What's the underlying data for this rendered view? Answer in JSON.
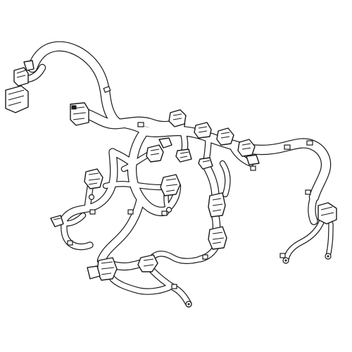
{
  "diagram": {
    "kind": "engine wiring harness line drawing",
    "colors": {
      "line": "#1a1a1a",
      "fill": "#ffffff",
      "background": "#ffffff"
    },
    "components": [
      "main-harness-trunk",
      "harness-branches",
      "multi-pin-connectors",
      "plastic-retaining-clips",
      "ground-ring-terminals"
    ]
  }
}
